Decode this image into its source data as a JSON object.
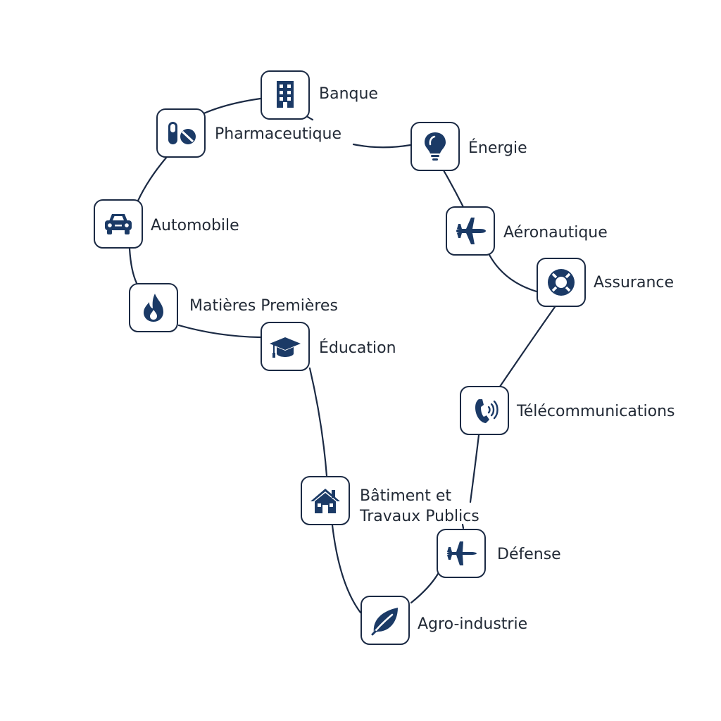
{
  "accent": "#1b3a66",
  "line_color": "#1b2a44",
  "sectors": [
    {
      "id": "banque",
      "icon": "building-icon",
      "label": "Banque"
    },
    {
      "id": "pharmaceutique",
      "icon": "pill-icon",
      "label": "Pharmaceutique"
    },
    {
      "id": "energie",
      "icon": "lightbulb-icon",
      "label": "Énergie"
    },
    {
      "id": "automobile",
      "icon": "car-icon",
      "label": "Automobile"
    },
    {
      "id": "aeronautique",
      "icon": "airplane-icon",
      "label": "Aéronautique"
    },
    {
      "id": "assurance",
      "icon": "lifebuoy-icon",
      "label": "Assurance"
    },
    {
      "id": "matieres-premieres",
      "icon": "flame-icon",
      "label": "Matières Premières"
    },
    {
      "id": "education",
      "icon": "graduation-cap-icon",
      "label": "Éducation"
    },
    {
      "id": "telecommunications",
      "icon": "phone-icon",
      "label": "Télécommunications"
    },
    {
      "id": "batiment",
      "icon": "house-icon",
      "label_lines": [
        "Bâtiment et",
        "Travaux Publics"
      ]
    },
    {
      "id": "defense",
      "icon": "fighter-jet-icon",
      "label": "Défense"
    },
    {
      "id": "agro-industrie",
      "icon": "leaf-icon",
      "label": "Agro-industrie"
    }
  ]
}
